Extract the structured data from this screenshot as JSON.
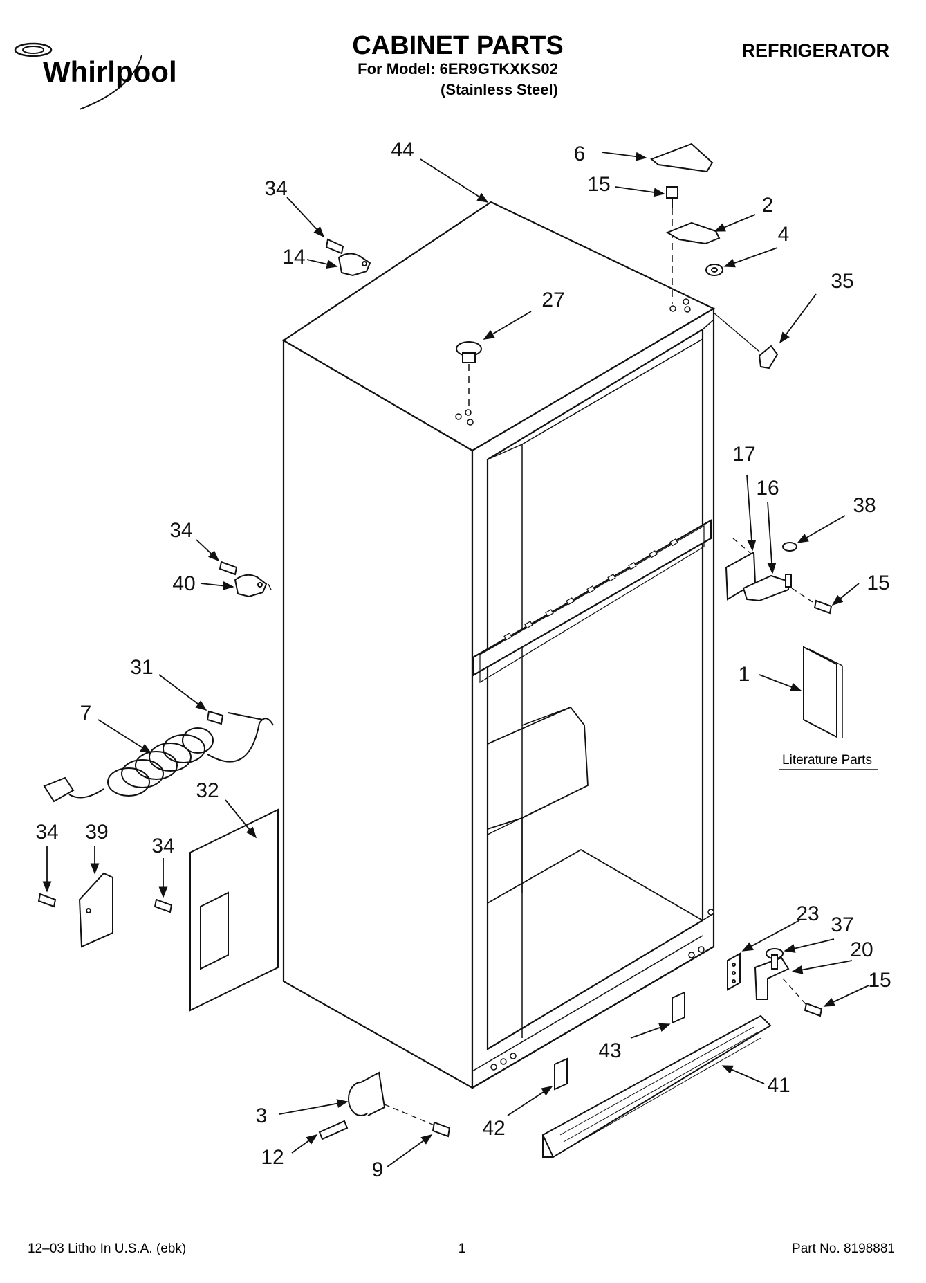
{
  "header": {
    "brand": "Whirlpool",
    "title": "CABINET PARTS",
    "model_line": "For Model: 6ER9GTKXKS02",
    "finish": "(Stainless Steel)",
    "category": "REFRIGERATOR"
  },
  "callouts": {
    "c44": "44",
    "c6": "6",
    "c15a": "15",
    "c2": "2",
    "c4": "4",
    "c35": "35",
    "c34a": "34",
    "c14": "14",
    "c27": "27",
    "c17": "17",
    "c16": "16",
    "c38": "38",
    "c15b": "15",
    "c34b": "34",
    "c40": "40",
    "c1": "1",
    "c31": "31",
    "c7": "7",
    "c32": "32",
    "c34c": "34",
    "c39": "39",
    "c34d": "34",
    "c23": "23",
    "c37": "37",
    "c20": "20",
    "c15c": "15",
    "c43": "43",
    "c41": "41",
    "c3": "3",
    "c42": "42",
    "c12": "12",
    "c9": "9"
  },
  "literature_label": "Literature Parts",
  "footer": {
    "left": "12–03 Litho In U.S.A. (ebk)",
    "page": "1",
    "part_no": "Part No. 8198881"
  },
  "colors": {
    "ink": "#111111",
    "paper": "#ffffff"
  }
}
